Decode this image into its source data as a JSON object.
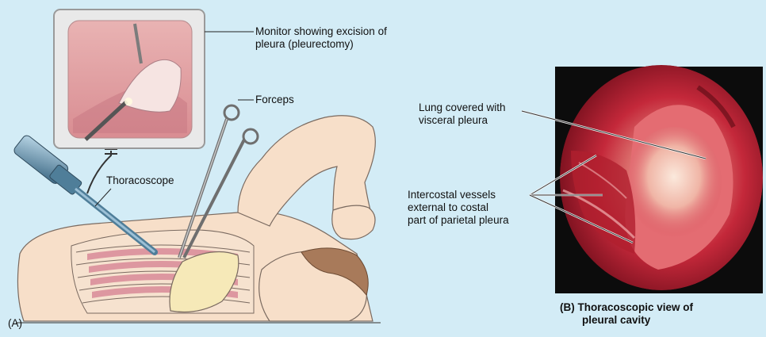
{
  "labels": {
    "monitor": [
      "Monitor showing excision of",
      "pleura (pleurectomy)"
    ],
    "forceps": "Forceps",
    "thoracoscope": "Thoracoscope",
    "panel_a": "(A)",
    "lung": [
      "Lung covered with",
      "visceral pleura"
    ],
    "vessels": [
      "Intercostal vessels",
      "external to costal",
      "part of parietal pleura"
    ],
    "panel_b_caption": [
      "(B) Thoracoscopic view of",
      "pleural cavity"
    ]
  },
  "colors": {
    "background": "#d3ecf6",
    "skin": "#f7dfc9",
    "rib_pink": "#d98b98",
    "monitor_frame": "#e9e9e9",
    "scope_blue": "#4f7e99",
    "bone": "#f6e9b8"
  }
}
